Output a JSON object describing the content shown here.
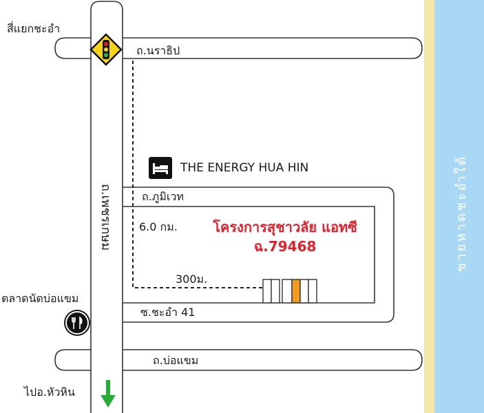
{
  "map": {
    "labels": {
      "junction": "สี่แยกชะอำ",
      "road_narathip": "ถ.นราธิป",
      "road_phetkasem": "ถ.เพชรเกษม",
      "road_phumiwet": "ถ.ภูมิเวท",
      "distance_km": "6.0 กม.",
      "distance_m": "300ม.",
      "soi": "ซ.ชะอำ 41",
      "market": "ตลาดนัดบ่อแขม",
      "road_bokhaem": "ถ.บ่อแขม",
      "direction": "ไปอ.หัวหิน",
      "hotel": "THE ENERGY HUA HIN",
      "beach": "ชายหาดชะอำใต้"
    },
    "project": {
      "name": "โครงการสุชาวลัย แอทซี",
      "code": "ฉ.79468"
    },
    "icons": {
      "junction": "traffic-light-icon",
      "hotel": "bed-icon",
      "market": "fork-knife-icon",
      "direction": "arrow-down-icon"
    },
    "colors": {
      "sea": "#a9d8f5",
      "sand": "#f5e7a7",
      "project_text": "#e0202a",
      "project_unit": "#f39b1e",
      "route": "#222222",
      "direction_arrow": "#27ae3a"
    }
  }
}
